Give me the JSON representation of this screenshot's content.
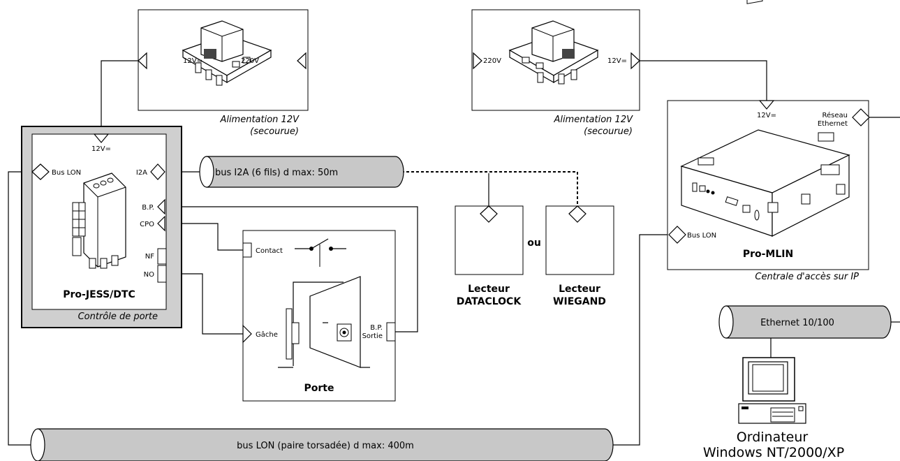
{
  "power_left": {
    "caption_line1": "Alimentation 12V",
    "caption_line2": "(secourue)",
    "label_12v": "12V=",
    "label_220v": "220V"
  },
  "power_right": {
    "caption_line1": "Alimentation 12V",
    "caption_line2": "(secourue)",
    "label_220v": "220V",
    "label_12v": "12V="
  },
  "jess": {
    "port_12v": "12V=",
    "port_bus_lon": "Bus LON",
    "port_i2a": "I2A",
    "port_bp": "B.P.",
    "port_cpo": "CPO",
    "port_nf": "NF",
    "port_no": "NO",
    "title": "Pro-JESS/DTC",
    "caption": "Contrôle de porte"
  },
  "bus_i2a": {
    "label": "bus I2A (6 fils) d max: 50m"
  },
  "bus_lon": {
    "label": "bus LON (paire torsadée) d max: 400m"
  },
  "porte": {
    "contact": "Contact",
    "gache": "Gâche",
    "bp_line1": "B.P.",
    "bp_line2": "Sortie",
    "title": "Porte"
  },
  "readers": {
    "or_label": "ou",
    "dataclock_line1": "Lecteur",
    "dataclock_line2": "DATACLOCK",
    "wiegand_line1": "Lecteur",
    "wiegand_line2": "WIEGAND"
  },
  "mlin": {
    "port_12v": "12V=",
    "network_line1": "Réseau",
    "network_line2": "Ethernet",
    "port_bus_lon": "Bus LON",
    "title": "Pro-MLIN",
    "caption": "Centrale d'accès sur IP"
  },
  "ethernet": {
    "label": "Ethernet 10/100"
  },
  "computer": {
    "line1": "Ordinateur",
    "line2": "Windows NT/2000/XP"
  }
}
